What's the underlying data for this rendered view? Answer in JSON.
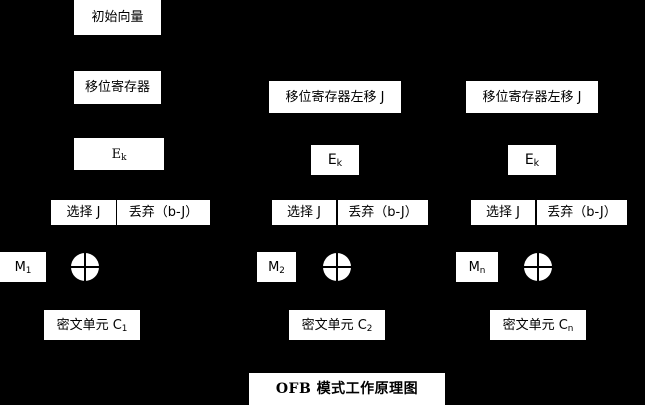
{
  "diagram": {
    "title": "OFB 模式工作原理图",
    "background_color": "#000000",
    "box_color": "#ffffff",
    "text_color": "#000000",
    "initial_vector": "初始向量",
    "columns": [
      {
        "shift_register": "移位寄存器",
        "cipher_function": "E",
        "cipher_function_sub": "k",
        "select": "选择 J",
        "discard": "丢弃（b-J）",
        "message": "M",
        "message_sub": "1",
        "xor": "xor-operator",
        "ciphertext_label": "密文单元 C",
        "ciphertext_sub": "1"
      },
      {
        "shift_register": "移位寄存器左移 J",
        "cipher_function": "E",
        "cipher_function_sub": "k",
        "select": "选择 J",
        "discard": "丢弃（b-J）",
        "message": "M",
        "message_sub": "2",
        "xor": "xor-operator",
        "ciphertext_label": "密文单元 C",
        "ciphertext_sub": "2"
      },
      {
        "shift_register": "移位寄存器左移 J",
        "cipher_function": "E",
        "cipher_function_sub": "k",
        "select": "选择 J",
        "discard": "丢弃（b-J）",
        "message": "M",
        "message_sub": "n",
        "xor": "xor-operator",
        "ciphertext_label": "密文单元 C",
        "ciphertext_sub": "n"
      }
    ]
  }
}
